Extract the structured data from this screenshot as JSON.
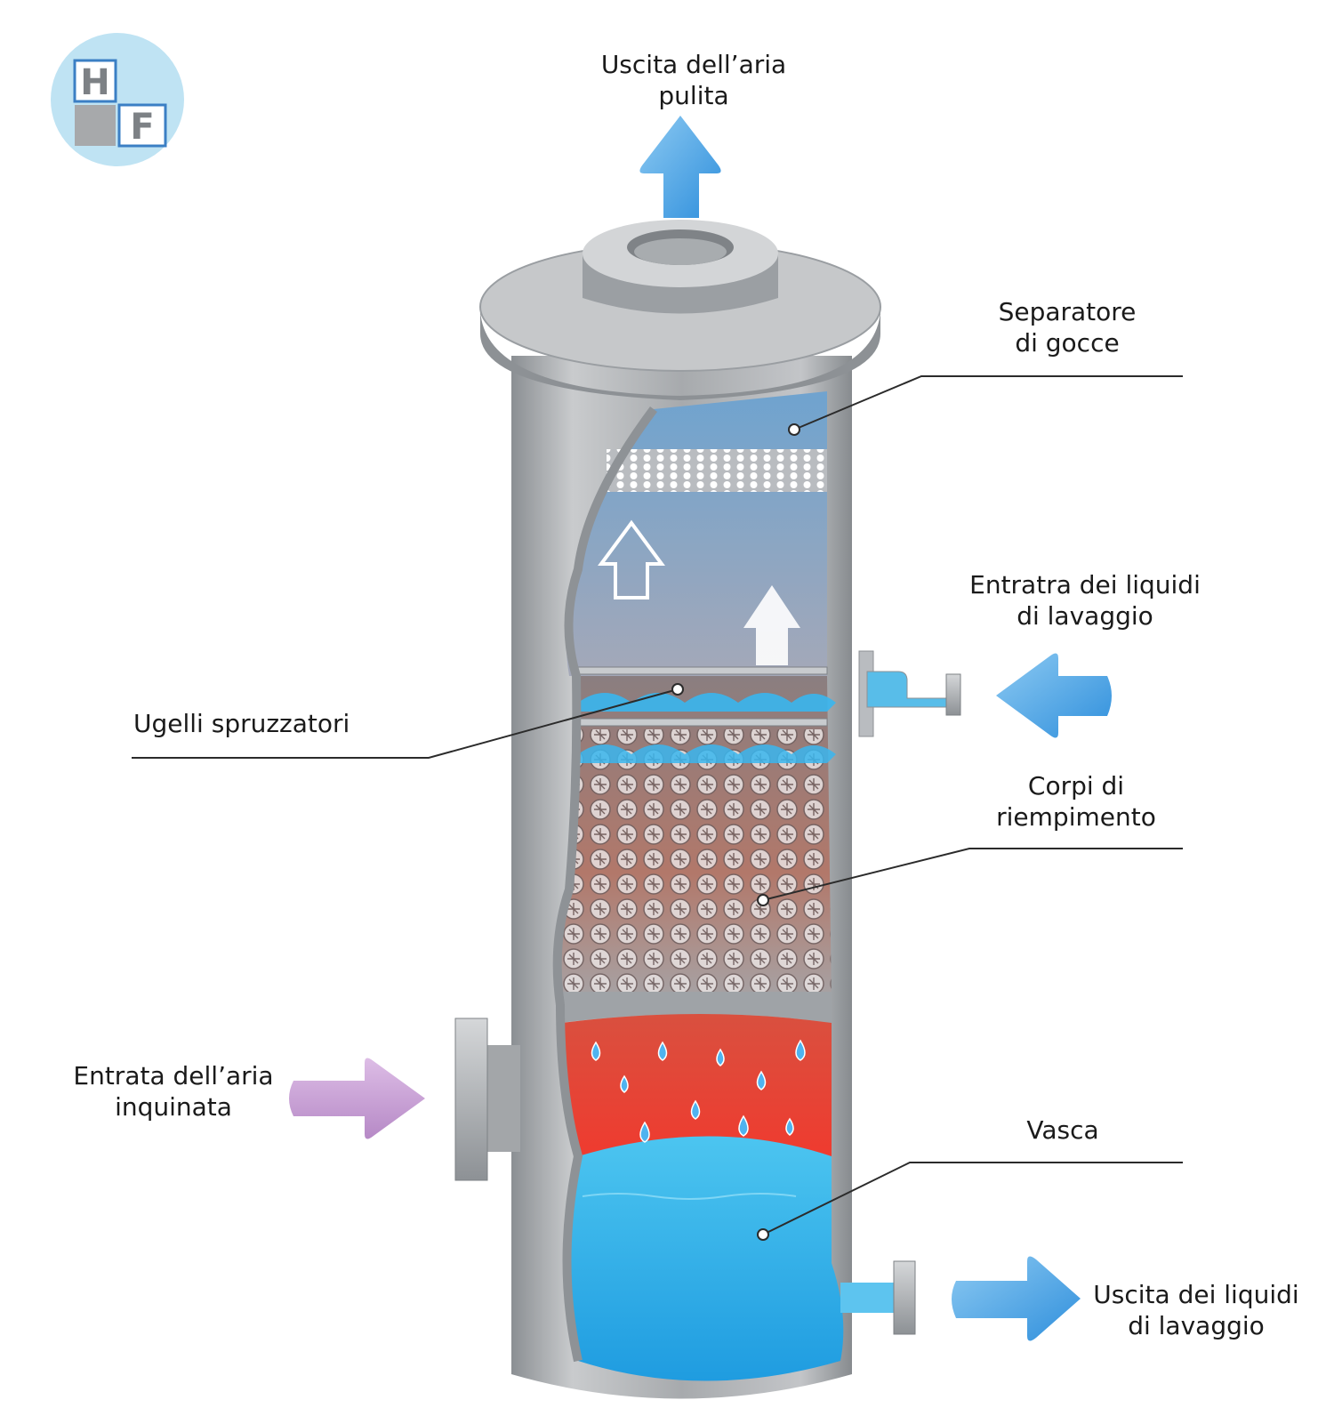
{
  "logo": {
    "letters": [
      "H",
      "F"
    ]
  },
  "labels": {
    "clean_air_outlet": [
      "Uscita dell’aria",
      "pulita"
    ],
    "droplet_separator": [
      "Separatore",
      "di gocce"
    ],
    "wash_liquid_inlet": [
      "Entratra dei liquidi",
      "di lavaggio"
    ],
    "spray_nozzles": [
      "Ugelli  spruzzatori"
    ],
    "packing_bodies": [
      "Corpi di",
      "riempimento"
    ],
    "polluted_air_inlet": [
      "Entrata dell’aria",
      "inquinata"
    ],
    "tank": [
      "Vasca"
    ],
    "wash_liquid_outlet": [
      "Uscita dei liquidi",
      "di lavaggio"
    ]
  },
  "colors": {
    "steel": "#a9acaf",
    "steel_dark": "#7d8185",
    "steel_light": "#d7d9db",
    "arrow_blue": "#3d9be0",
    "arrow_purple": "#c59cd1",
    "water": "#2aaee8",
    "hot_zone": "#e3473a",
    "air_zone": "#8aa9c6",
    "packing": "#a98880",
    "logo_bg": "#bfe3f3"
  }
}
